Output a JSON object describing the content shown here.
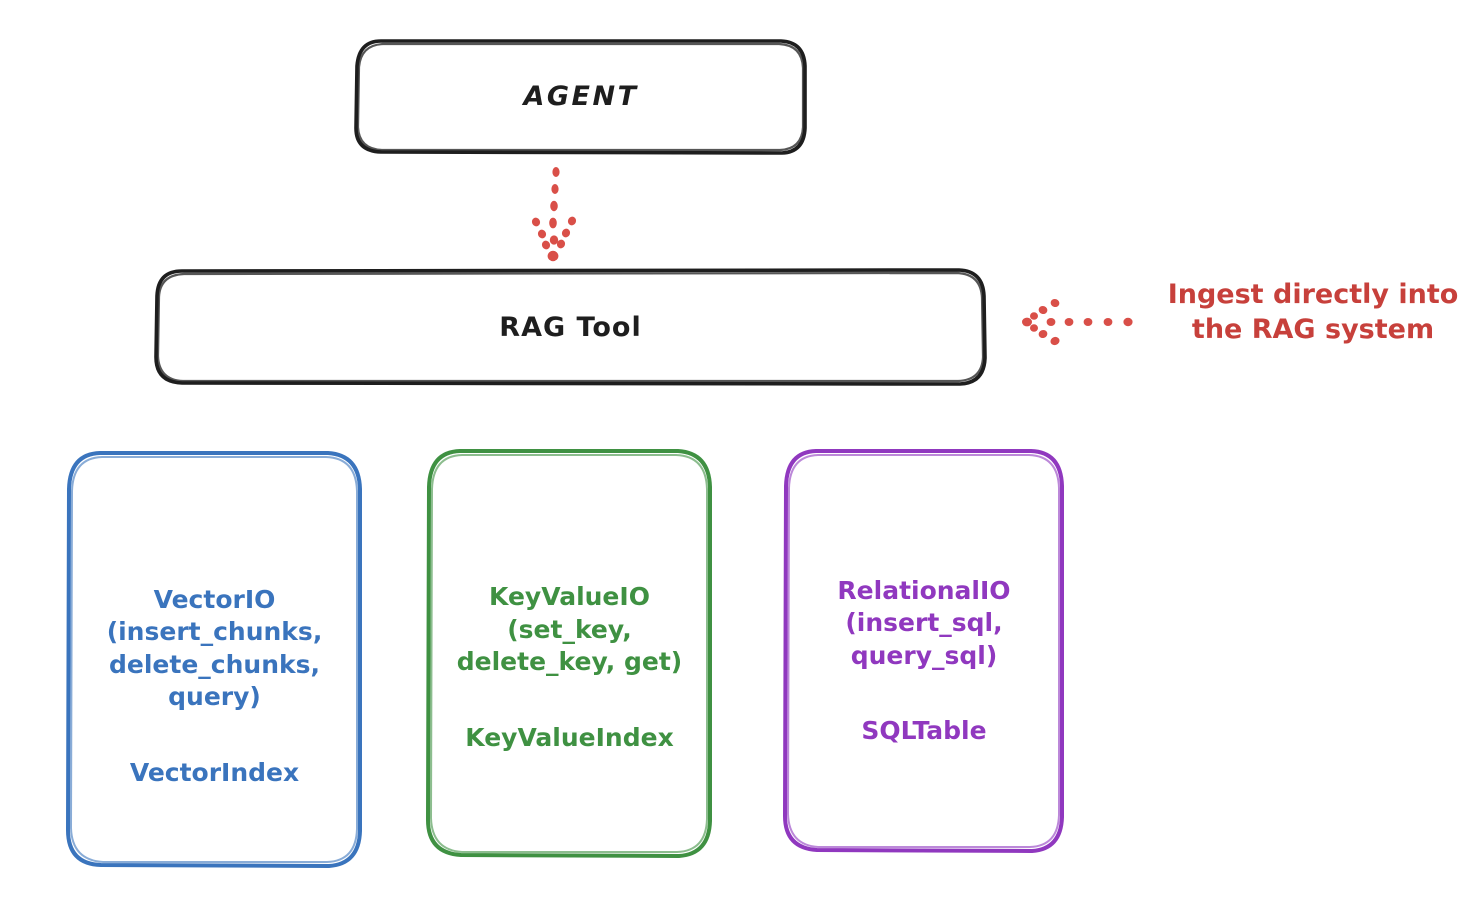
{
  "diagram": {
    "title_node": {
      "label": "AGENT"
    },
    "tool_node": {
      "label": "RAG Tool"
    },
    "annotation": {
      "text": "Ingest directly into\nthe RAG system",
      "color": "#c7403b",
      "arrow": "dotted-arrow-left-icon"
    },
    "connector": {
      "from": "AGENT",
      "to": "RAG Tool",
      "style": "dotted-arrow-down-icon",
      "color": "#c7403b"
    },
    "leaves": [
      {
        "id": "vectorio",
        "title": "VectorIO",
        "methods": "(insert_chunks,\ndelete_chunks,\nquery)",
        "lines": "VectorIO\n(insert_chunks,\ndelete_chunks,\nquery)",
        "index": "VectorIndex",
        "color": "#3a74bd"
      },
      {
        "id": "keyvalueio",
        "title": "KeyValueIO",
        "methods": "(set_key,\ndelete_key, get)",
        "lines": "KeyValueIO\n(set_key,\ndelete_key, get)",
        "index": "KeyValueIndex",
        "color": "#3f9142"
      },
      {
        "id": "relationalio",
        "title": "RelationalIO",
        "methods": "(insert_sql,\nquery_sql)",
        "lines": "RelationalIO\n(insert_sql,\nquery_sql)",
        "index": "SQLTable",
        "color": "#9038bf"
      }
    ],
    "stroke_colors": {
      "black": "#1e1e1e",
      "blue": "#3a74bd",
      "green": "#3f9142",
      "purple": "#9038bf",
      "red": "#c7403b"
    },
    "background": "#ffffff"
  }
}
